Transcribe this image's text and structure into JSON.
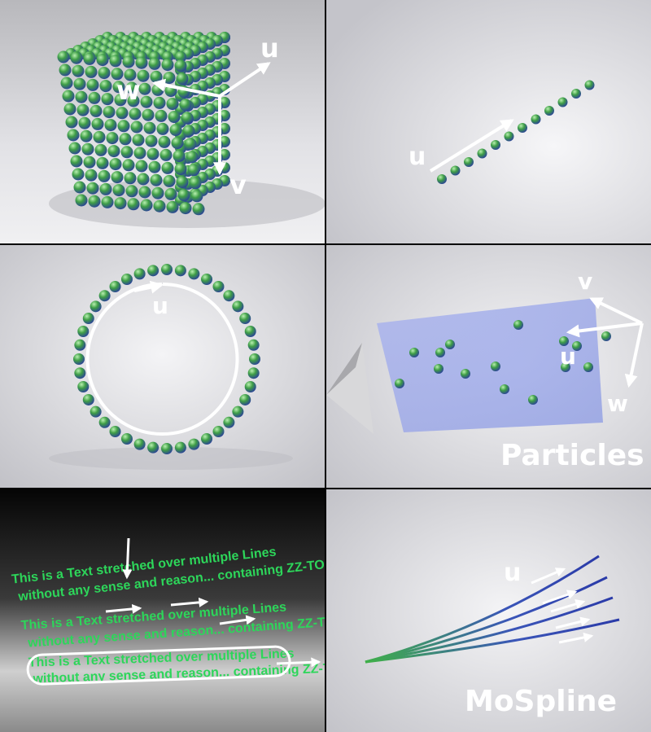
{
  "panels": {
    "grid": {
      "labels": {
        "u": "u",
        "v": "v",
        "w": "w"
      }
    },
    "linear": {
      "labels": {
        "u": "u"
      }
    },
    "radial": {
      "labels": {
        "u": "u"
      }
    },
    "particles": {
      "labels": {
        "u": "u",
        "v": "v",
        "w": "w"
      },
      "caption": "Particles"
    },
    "text": {
      "line1": "This is a Text stretched over multiple Lines",
      "line2": "without any sense and reason... containing ZZ-TOP"
    },
    "mospline": {
      "labels": {
        "u": "u"
      },
      "caption": "MoSpline"
    }
  },
  "colors": {
    "sphere_green": "#4caf50",
    "sphere_blue": "#3a4fc0",
    "text_green": "#2dd65a"
  }
}
